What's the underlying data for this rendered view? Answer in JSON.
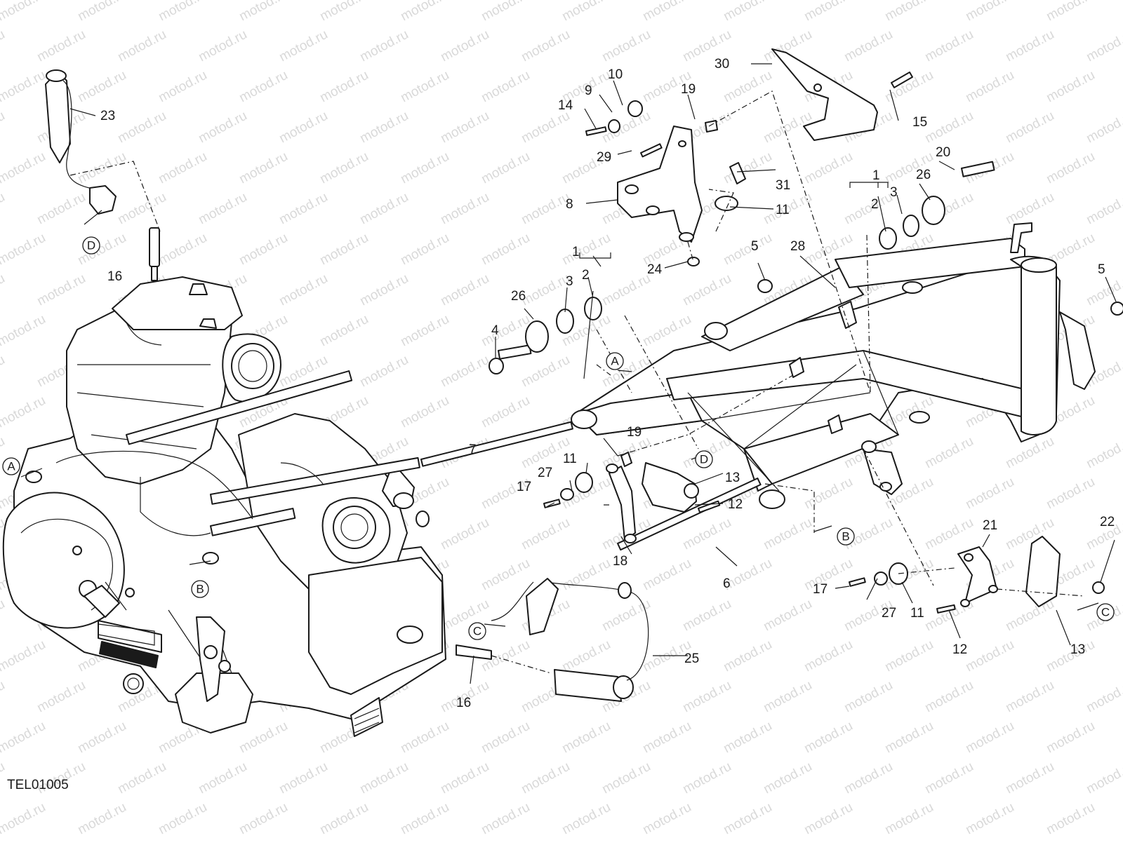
{
  "watermark": "motod.ru",
  "drawing_code": "TEL01005",
  "callouts": [
    "1",
    "2",
    "3",
    "4",
    "5",
    "6",
    "7",
    "8",
    "9",
    "10",
    "11",
    "12",
    "13",
    "14",
    "15",
    "16",
    "17",
    "18",
    "19",
    "20",
    "21",
    "22",
    "23",
    "24",
    "25",
    "26",
    "27",
    "28",
    "29",
    "30",
    "31"
  ],
  "connector_refs": [
    "A",
    "B",
    "C",
    "D"
  ],
  "colors": {
    "line": "#1a1a1a",
    "watermark": "#d9d9d9",
    "background": "#ffffff"
  }
}
